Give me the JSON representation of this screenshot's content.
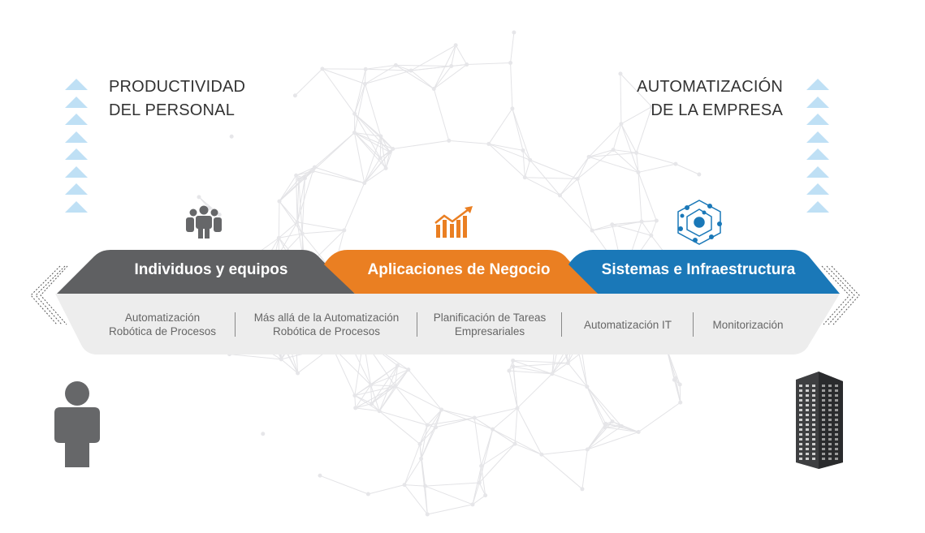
{
  "left_heading": {
    "line1": "PRODUCTIVIDAD",
    "line2": "DEL PERSONAL"
  },
  "right_heading": {
    "line1": "AUTOMATIZACIÓN",
    "line2": "DE LA EMPRESA"
  },
  "tabs": [
    {
      "label": "Individuos y equipos",
      "color": "#5f6062",
      "icon": "people-group-icon"
    },
    {
      "label": "Aplicaciones de Negocio",
      "color": "#ea7f22",
      "icon": "growth-chart-icon"
    },
    {
      "label": "Sistemas e Infraestructura",
      "color": "#1a78b8",
      "icon": "network-hexagon-icon"
    }
  ],
  "items": [
    {
      "line1": "Automatización",
      "line2": "Robótica de Procesos"
    },
    {
      "line1": "Más allá de la Automatización",
      "line2": "Robótica de Procesos"
    },
    {
      "line1": "Planificación de Tareas",
      "line2": "Empresariales"
    },
    {
      "line1": "Automatización IT",
      "line2": ""
    },
    {
      "line1": "Monitorización",
      "line2": ""
    }
  ],
  "colors": {
    "band": "#ededed",
    "triangle": "#bfe0f5",
    "icon_gray": "#666769"
  }
}
